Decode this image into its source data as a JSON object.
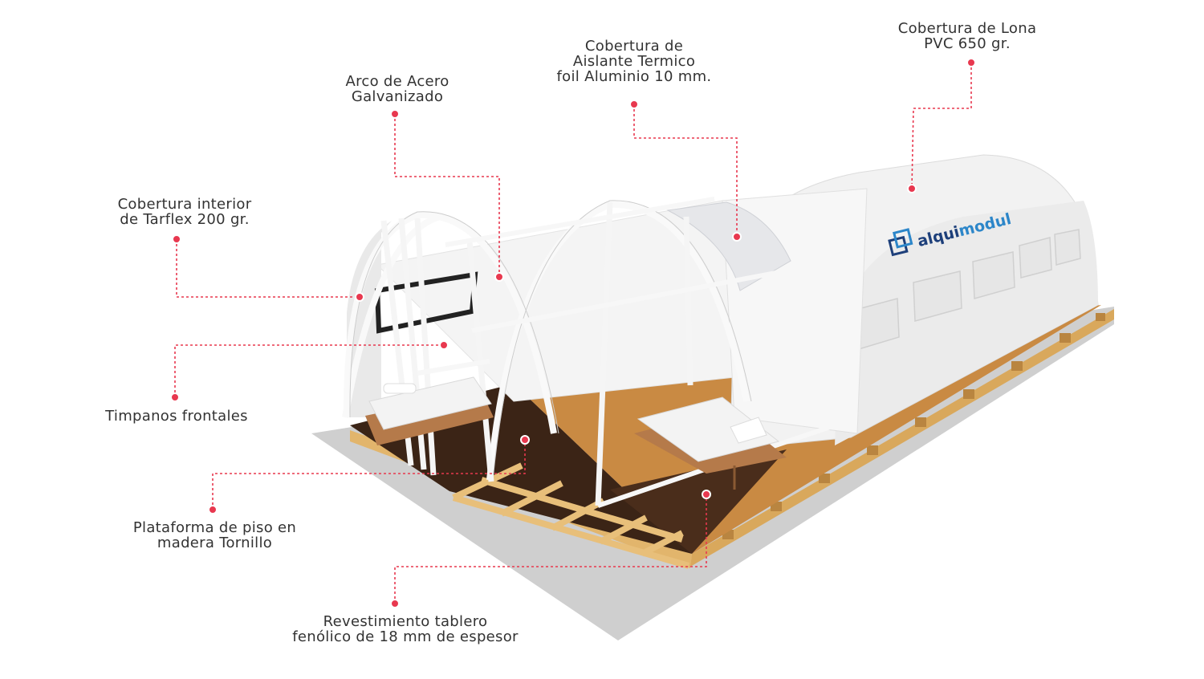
{
  "brand": {
    "name_prefix": "alqui",
    "name_suffix": "modul",
    "color": "#1d3f7a",
    "accent": "#2c86c9"
  },
  "colors": {
    "callout_line": "#e8384f",
    "label_text": "#333333",
    "shadow": "#cfcfcf",
    "floor_light": "#c98a43",
    "floor_dark": "#3b2416",
    "pallet_wood": "#e2b56c"
  },
  "callouts": [
    {
      "id": "lona-pvc",
      "lines": [
        "Cobertura de Lona",
        "PVC 650 gr."
      ]
    },
    {
      "id": "aislante",
      "lines": [
        "Cobertura de",
        "Aislante Termico",
        "foil Aluminio 10 mm."
      ]
    },
    {
      "id": "arco-acero",
      "lines": [
        "Arco de Acero",
        "Galvanizado"
      ]
    },
    {
      "id": "tarflex",
      "lines": [
        "Cobertura interior",
        "de Tarflex 200 gr."
      ]
    },
    {
      "id": "timpanos",
      "lines": [
        "Timpanos frontales"
      ]
    },
    {
      "id": "plataforma",
      "lines": [
        "Plataforma de piso en",
        "madera Tornillo"
      ]
    },
    {
      "id": "revestimiento",
      "lines": [
        "Revestimiento tablero",
        "fenólico de 18 mm de espesor"
      ]
    }
  ]
}
